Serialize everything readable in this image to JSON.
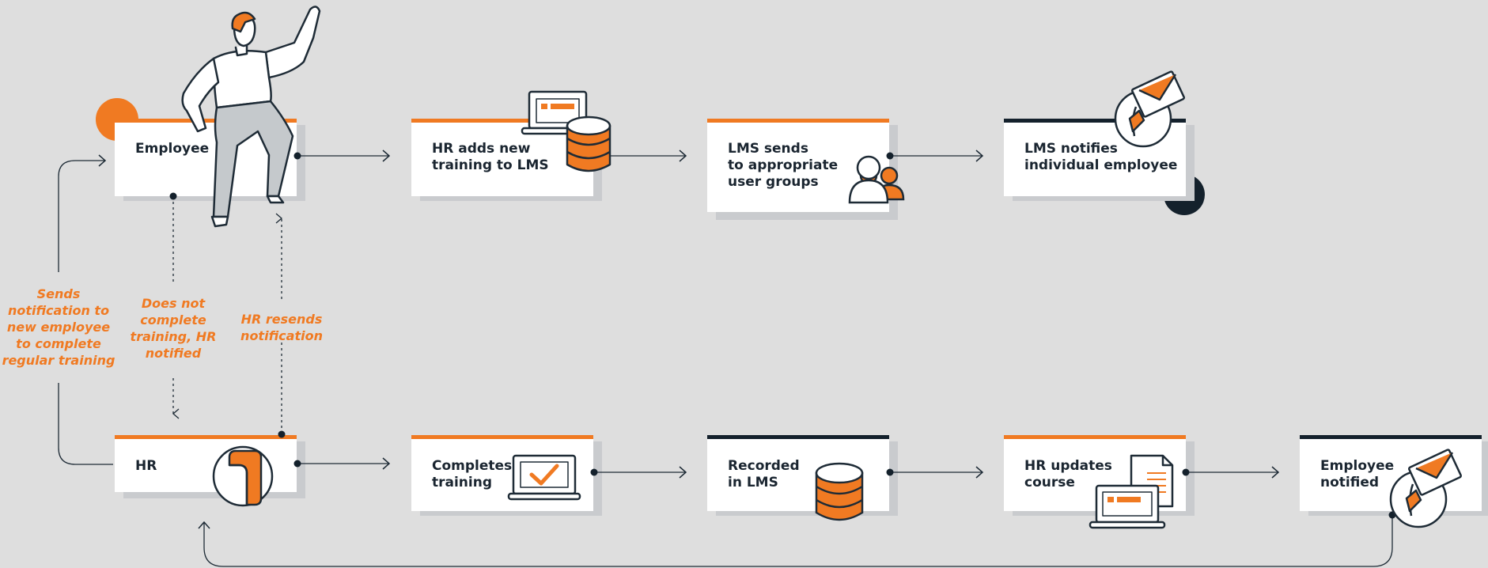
{
  "colors": {
    "accent": "#f07a22",
    "dark": "#14212c",
    "box": "#ffffff",
    "shadow": "#c9cbce",
    "background": "#dedede"
  },
  "nodes": [
    {
      "id": "employee",
      "lines": [
        "Employee"
      ],
      "bar": "accent"
    },
    {
      "id": "hr-adds",
      "lines": [
        "HR adds new",
        "training to LMS"
      ],
      "bar": "accent",
      "icon": "laptop-database-icon"
    },
    {
      "id": "lms-sends",
      "lines": [
        "LMS sends",
        "to appropriate",
        "user groups"
      ],
      "bar": "accent",
      "icon": "user-group-icon"
    },
    {
      "id": "lms-notifies",
      "lines": [
        "LMS notifies",
        "individual employee"
      ],
      "bar": "dark",
      "icon": "envelope-hand-icon"
    },
    {
      "id": "hr",
      "lines": [
        "HR"
      ],
      "bar": "accent",
      "icon": "hr-badge-icon"
    },
    {
      "id": "completes",
      "lines": [
        "Completes",
        "training"
      ],
      "bar": "accent",
      "icon": "laptop-check-icon"
    },
    {
      "id": "recorded",
      "lines": [
        "Recorded",
        "in LMS"
      ],
      "bar": "dark",
      "icon": "database-icon"
    },
    {
      "id": "hr-updates",
      "lines": [
        "HR updates",
        "course"
      ],
      "bar": "accent",
      "icon": "document-laptop-icon"
    },
    {
      "id": "employee-notified",
      "lines": [
        "Employee",
        "notified"
      ],
      "bar": "dark",
      "icon": "envelope-hand-icon"
    }
  ],
  "notes": {
    "sends": [
      "Sends",
      "notification to",
      "new employee",
      "to complete",
      "regular training"
    ],
    "does_not": [
      "Does not",
      "complete",
      "training, HR",
      "notified"
    ],
    "resends": [
      "HR resends",
      "notification"
    ]
  },
  "figure_icon": "person-waving-icon"
}
